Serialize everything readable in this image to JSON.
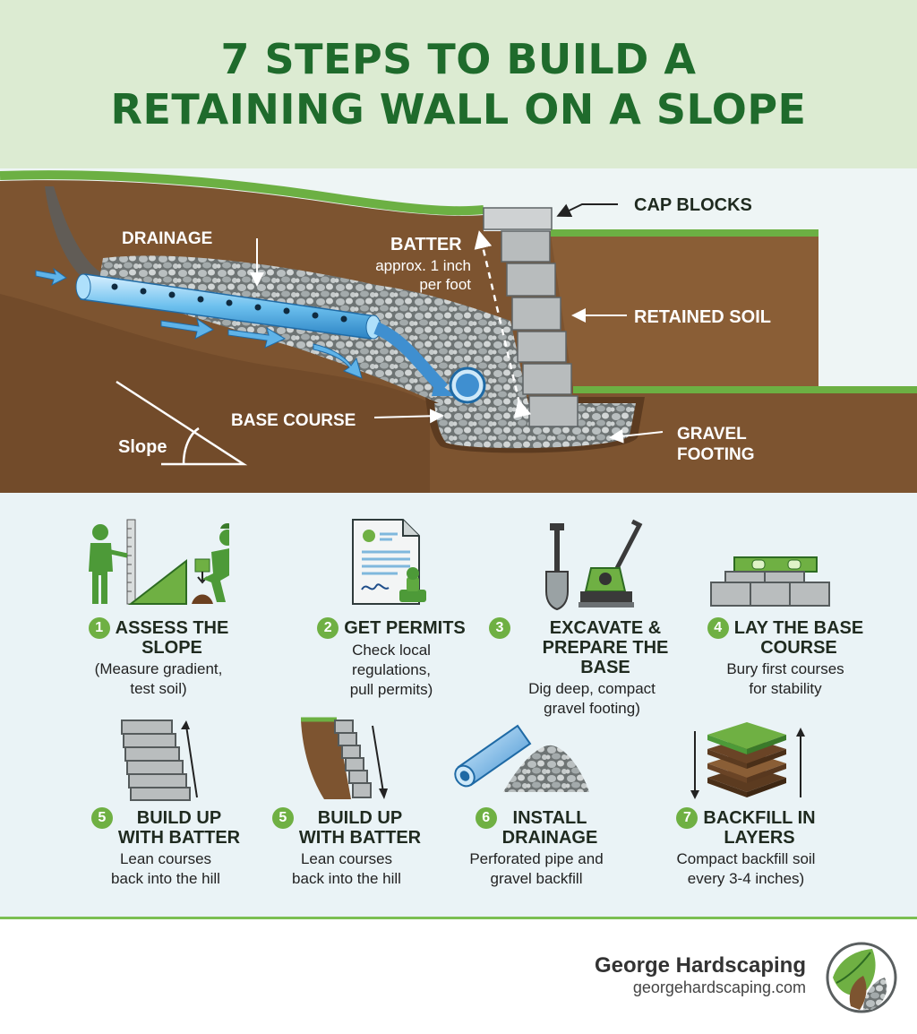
{
  "title": {
    "line1": "7 STEPS TO BUILD A",
    "line2": "RETAINING WALL ON A SLOPE"
  },
  "diagram": {
    "cap_blocks": "CAP BLOCKS",
    "drainage": "DRAINAGE",
    "batter": "BATTER",
    "batter_note_1": "approx. 1 inch",
    "batter_note_2": "per foot",
    "retained_soil": "RETAINED SOIL",
    "base_course": "BASE COURSE",
    "gravel_footing_1": "GRAVEL",
    "gravel_footing_2": "FOOTING",
    "slope": "Slope"
  },
  "steps": [
    {
      "num": "1",
      "title1": "ASSESS THE",
      "title2": "SLOPE",
      "text1": "(Measure gradient,",
      "text2": "test soil)",
      "icon": "surveyor-icon"
    },
    {
      "num": "2",
      "title1": "GET PERMITS",
      "title2": "",
      "text1": "Check local",
      "text2": "regulations,",
      "text3": "pull permits)",
      "icon": "permit-document-icon"
    },
    {
      "num": "3",
      "title1": "EXCAVATE &",
      "title2": "PREPARE THE BASE",
      "text1": "Dig deep, compact",
      "text2": "gravel footing)",
      "icon": "shovel-compactor-icon"
    },
    {
      "num": "4",
      "title1": "LAY THE BASE",
      "title2": "COURSE",
      "text1": "Bury first courses",
      "text2": "for stability",
      "icon": "level-blocks-icon"
    },
    {
      "num": "5",
      "title1": "BUILD UP",
      "title2": "WITH BATTER",
      "text1": "Lean courses",
      "text2": "back into the hill",
      "icon": "stacked-blocks-icon"
    },
    {
      "num": "5",
      "title1": "BUILD UP",
      "title2": "WITH BATTER",
      "text1": "Lean courses",
      "text2": "back into the hill",
      "icon": "battered-wall-icon"
    },
    {
      "num": "6",
      "title1": "INSTALL",
      "title2": "DRAINAGE",
      "text1": "Perforated pipe and",
      "text2": "gravel backfill",
      "icon": "pipe-gravel-icon"
    },
    {
      "num": "7",
      "title1": "BACKFILL IN",
      "title2": "LAYERS",
      "text1": "Compact backfill soil",
      "text2": "every 3-4 inches)",
      "icon": "soil-layers-icon"
    }
  ],
  "footer": {
    "brand": "George Hardscaping",
    "url": "georgehardscaping.com",
    "logo_icon": "leaf-stone-logo-icon"
  },
  "colors": {
    "title_green": "#1f6b2c",
    "header_bg": "#dcebd2",
    "accent_green": "#6fb043",
    "soil_brown": "#7a4f2b",
    "steps_bg": "#eaf3f6"
  }
}
